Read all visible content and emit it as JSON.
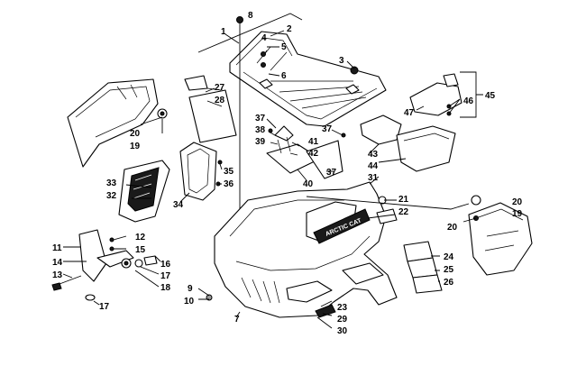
{
  "diagram": {
    "brand_text": "ARCTIC CAT",
    "callouts": [
      "1",
      "2",
      "3",
      "4",
      "5",
      "6",
      "7",
      "8",
      "9",
      "10",
      "11",
      "12",
      "13",
      "14",
      "15",
      "16",
      "17",
      "17",
      "18",
      "19",
      "19",
      "20",
      "20",
      "20",
      "21",
      "22",
      "23",
      "24",
      "25",
      "26",
      "27",
      "28",
      "29",
      "30",
      "31",
      "32",
      "33",
      "34",
      "35",
      "36",
      "37",
      "37",
      "37",
      "38",
      "39",
      "40",
      "41",
      "42",
      "43",
      "44",
      "45",
      "46",
      "47"
    ]
  }
}
